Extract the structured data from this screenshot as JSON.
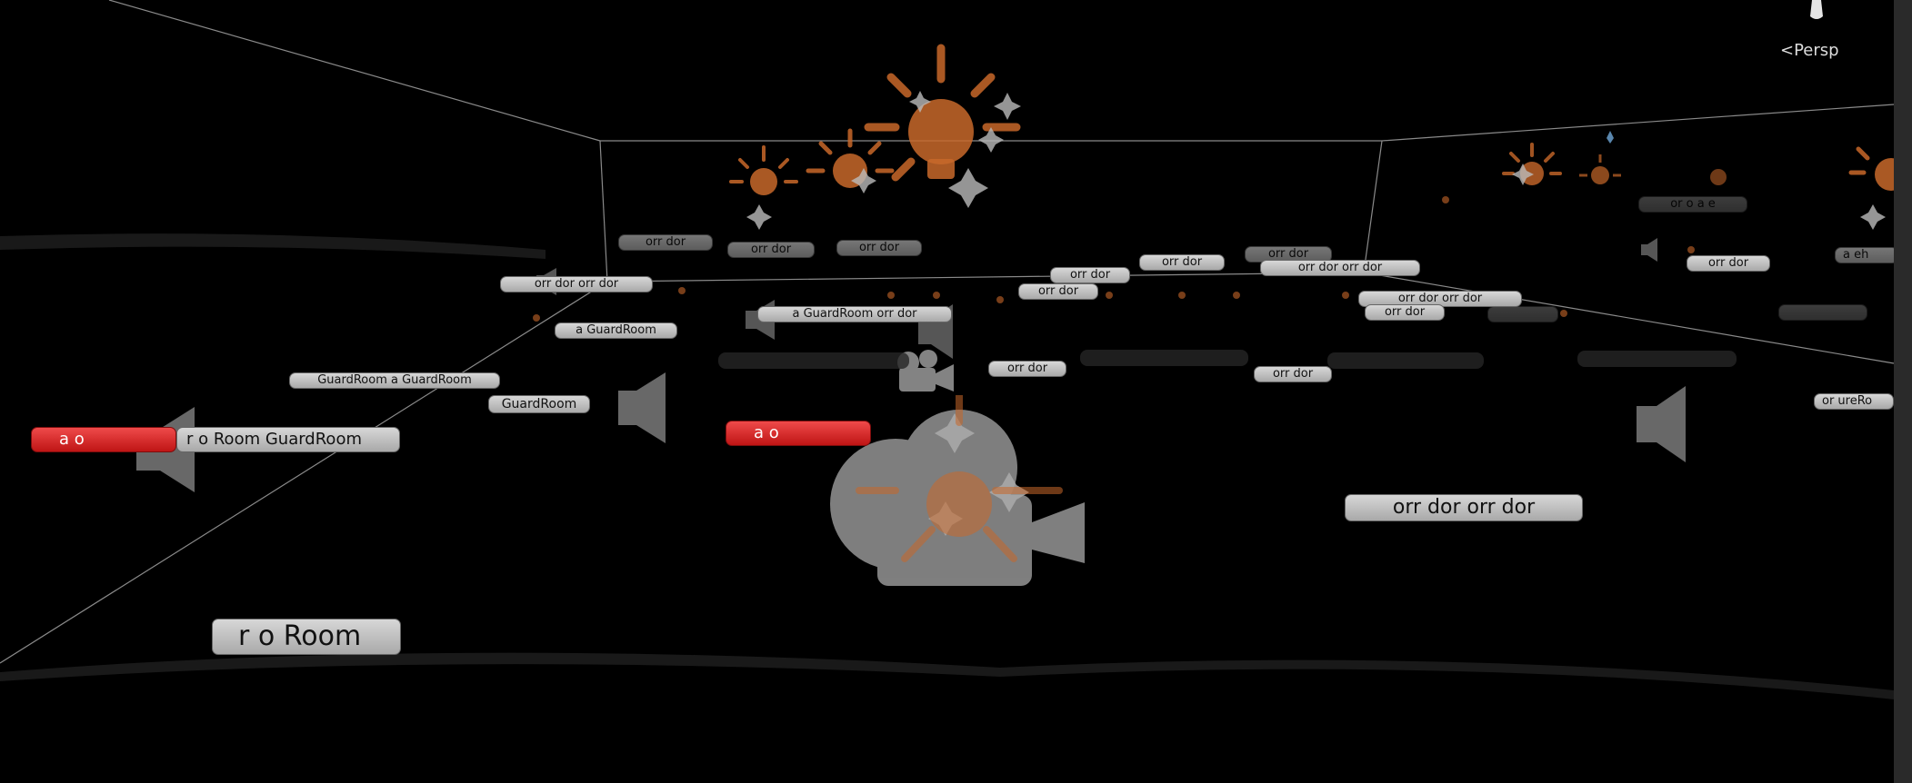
{
  "view": {
    "projection_label": "Persp",
    "projection_arrow": "<"
  },
  "labels": {
    "left_red_a": "a   o",
    "left_room_strip": "r   o  Room    GuardRoom",
    "guard1": "GuardRoom     a   GuardRoom",
    "guard2": "GuardRoom",
    "guard3": "a   GuardRoom",
    "orr_pair_left": "orr dor          orr dor",
    "orr_top1": "orr dor",
    "orr_top2": "orr dor",
    "orr_top3": "orr dor",
    "center_guard": "a   GuardRoom        orr dor",
    "center_red_a": "a   o",
    "orr_mid": "orr dor",
    "orr_c1": "orr dor",
    "orr_c2": "orr dor",
    "orr_c3": "orr dor",
    "orr_c4": "orr dor",
    "orr_c5": "orr dor         orr dor",
    "orr_c6": "orr dor         orr dor",
    "orr_c7": "orr dor",
    "orr_low": "orr dor",
    "orr_big": "orr dor              orr dor",
    "right_faint1": "or   o    a  e",
    "right_orr": "orr dor",
    "right_faint2": "a  eh",
    "right_store": "or  ureRo",
    "bottom_room": "r   o  Room"
  },
  "colors": {
    "background": "#000000",
    "light_icon": "#c8682a",
    "gizmo_gray": "#808080",
    "label_red": "#d62828",
    "wire": "#8a8a8a"
  }
}
